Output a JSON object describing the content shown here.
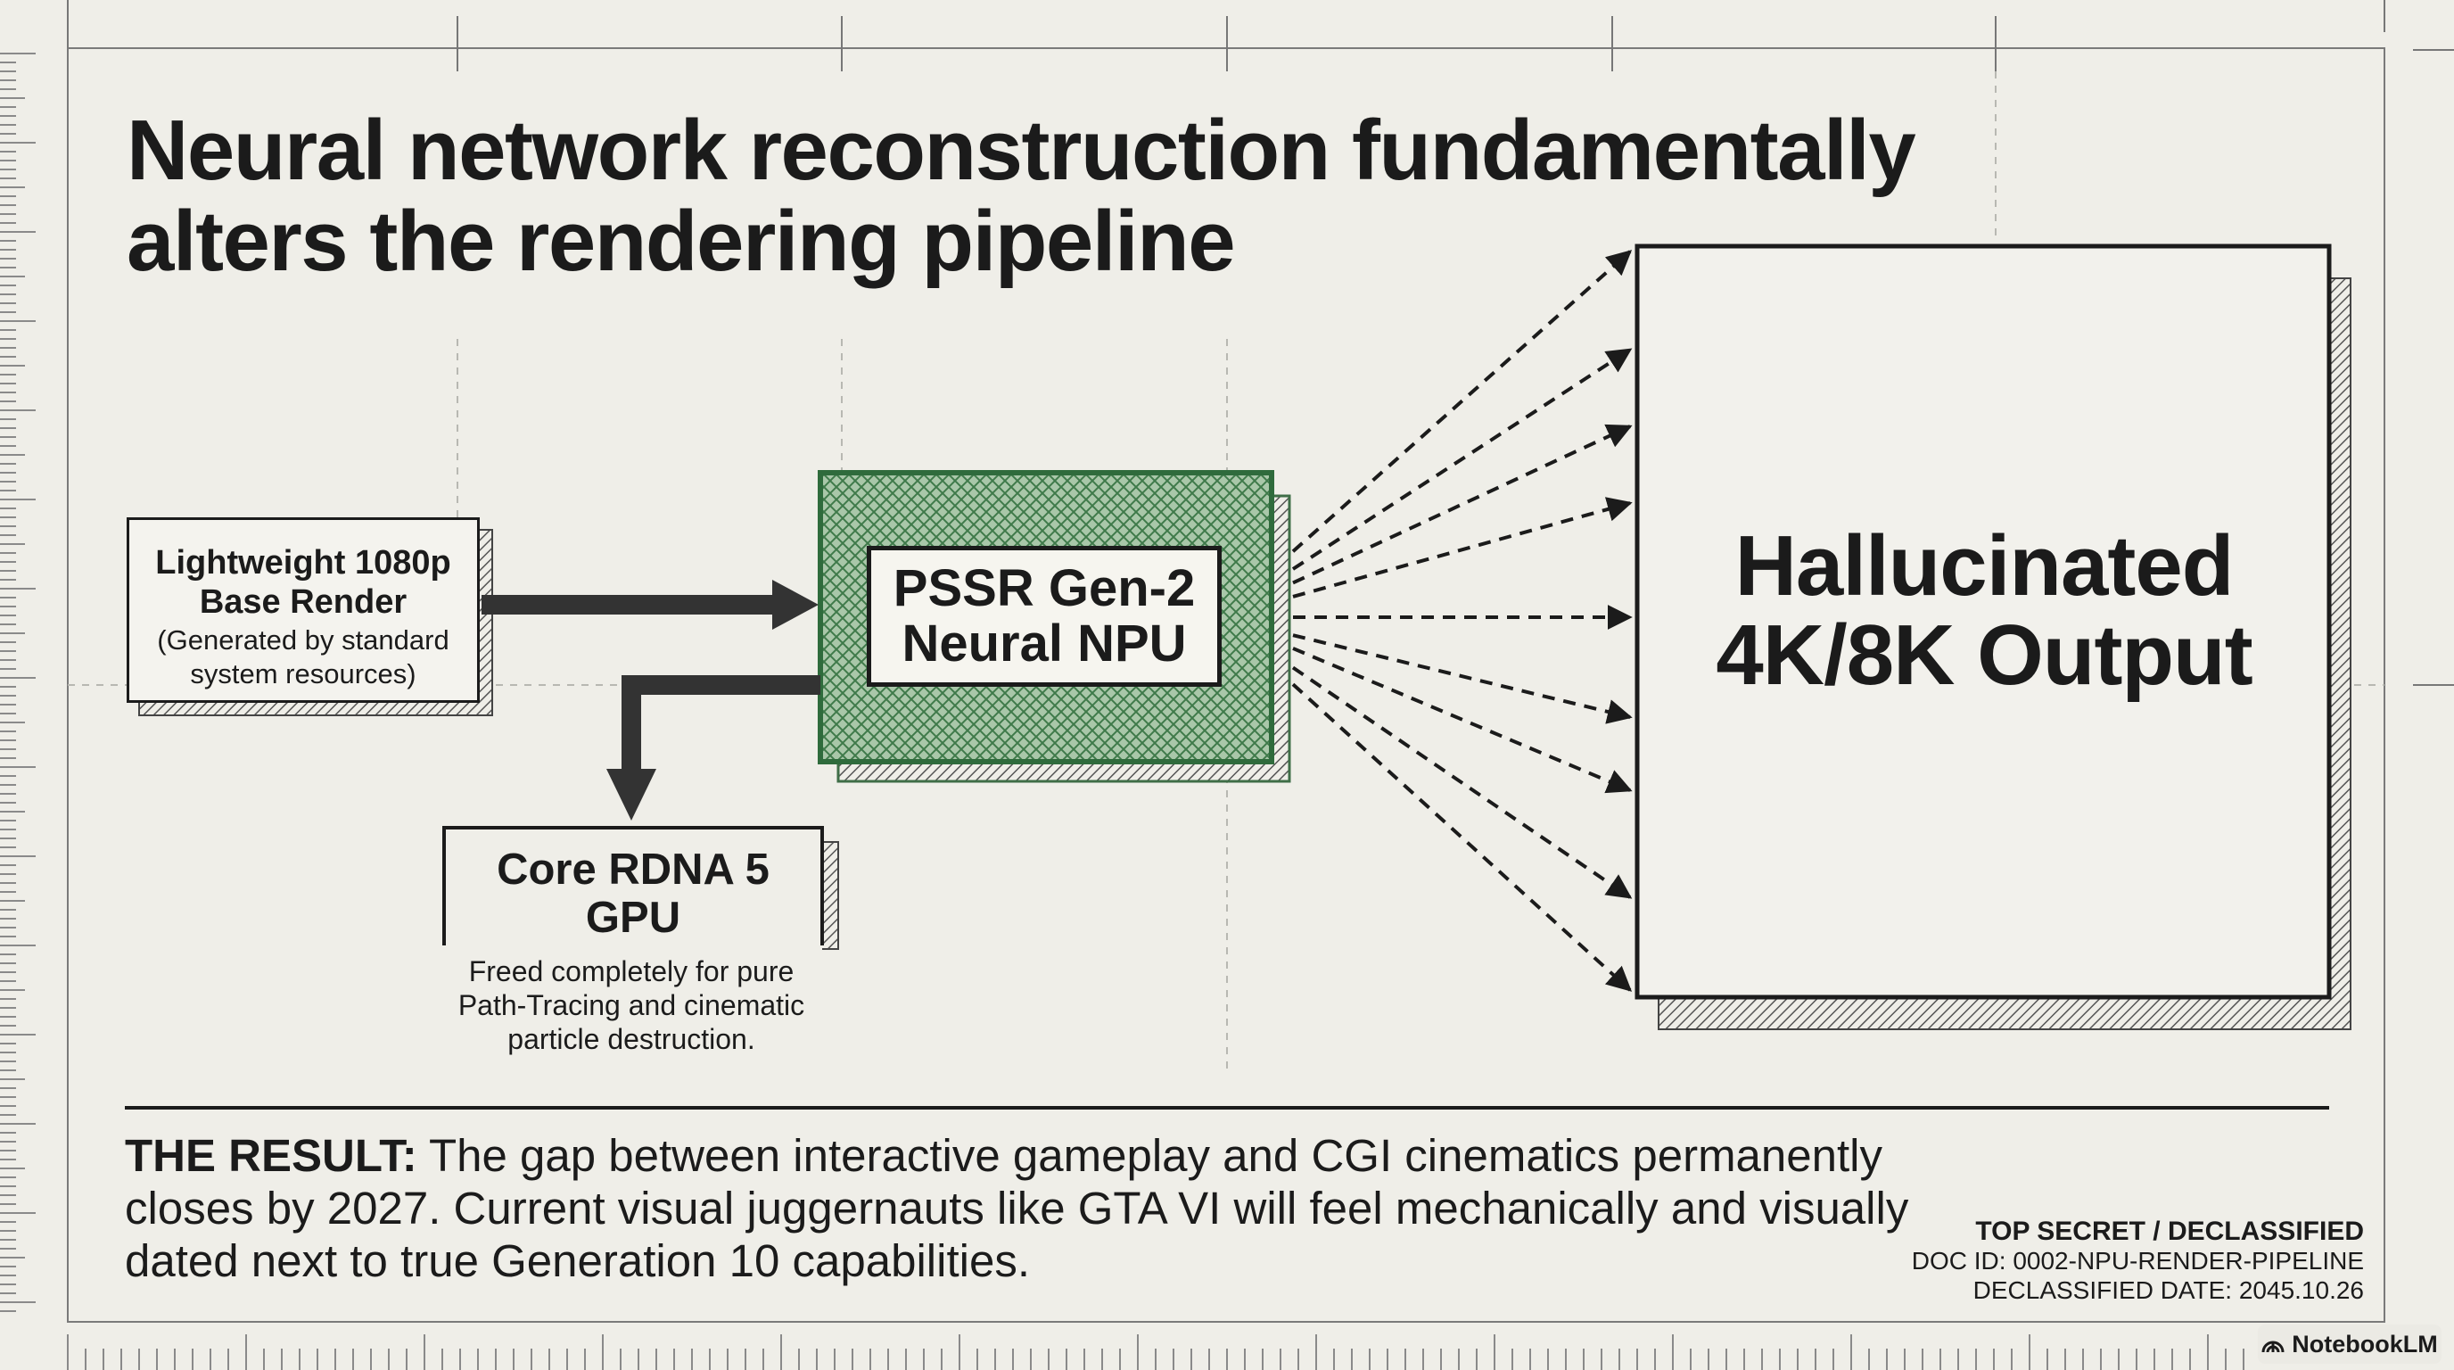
{
  "title": {
    "line1": "Neural network reconstruction fundamentally",
    "line2": "alters the rendering pipeline"
  },
  "diagram": {
    "input": {
      "line1": "Lightweight 1080p",
      "line2": "Base Render",
      "sub1": "(Generated by standard",
      "sub2": "system resources)"
    },
    "npu": {
      "line1": "PSSR Gen-2",
      "line2": "Neural NPU",
      "color": "#4f8a58"
    },
    "gpu": {
      "line1": "Core RDNA 5",
      "line2": "GPU",
      "desc1": "Freed completely for pure",
      "desc2": "Path-Tracing and cinematic",
      "desc3": "particle destruction."
    },
    "output": {
      "line1": "Hallucinated",
      "line2": "4K/8K Output"
    }
  },
  "result": {
    "label": "THE RESULT:",
    "text": "The gap between interactive gameplay and CGI cinematics permanently closes by 2027. Current visual juggernauts like GTA VI will feel mechanically and visually dated next to true Generation 10 capabilities."
  },
  "document": {
    "classification": "TOP SECRET / DECLASSIFIED",
    "doc_id": "DOC ID: 0002-NPU-RENDER-PIPELINE",
    "date": "DECLASSIFIED DATE: 2045.10.26"
  },
  "brand": {
    "name": "NotebookLM",
    "icon": "notebooklm-logo-icon"
  }
}
